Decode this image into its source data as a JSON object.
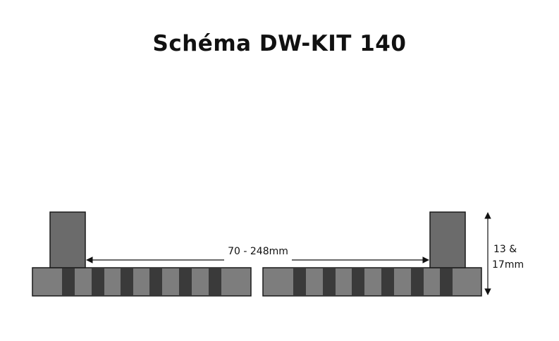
{
  "title": "Schéma DW-KIT 140",
  "dimensions": {
    "width_label": "70 - 248mm",
    "height_label_line1": "13 &",
    "height_label_line2": "17mm"
  },
  "colors": {
    "rail_light": "#7d7d7d",
    "rail_dark": "#3a3a3a",
    "block": "#6b6b6b",
    "outline": "#1a1a1a",
    "text": "#111111"
  }
}
